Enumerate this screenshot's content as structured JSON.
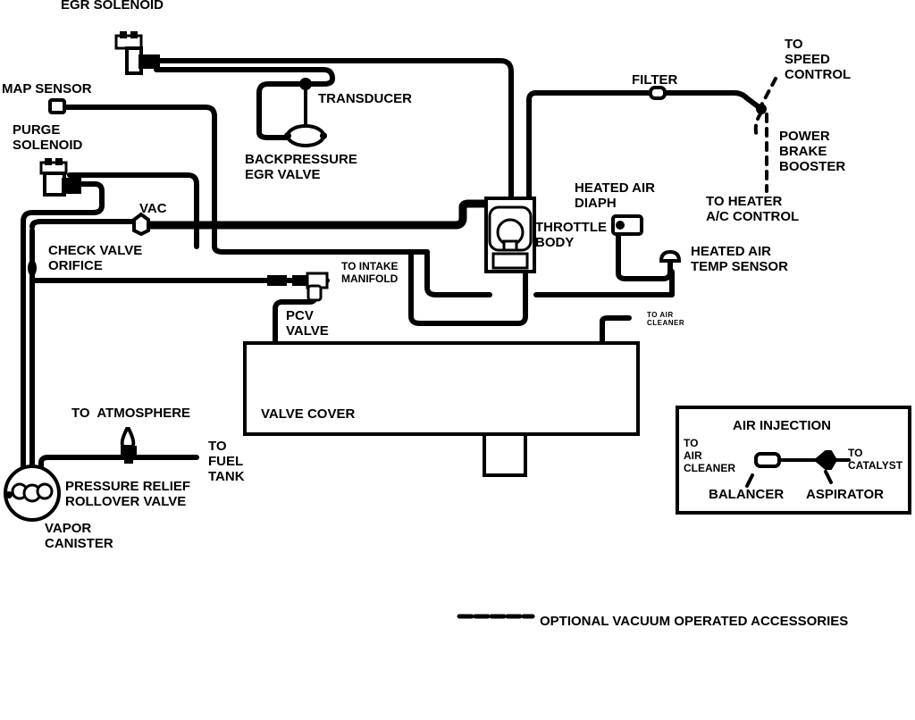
{
  "labels": {
    "egr_solenoid": "EGR SOLENOID",
    "map_sensor": "MAP SENSOR",
    "transducer": "TRANSDUCER",
    "backpressure_egr_valve": "BACKPRESSURE\nEGR VALVE",
    "purge_solenoid": "PURGE\nSOLENOID",
    "vac": "VAC",
    "check_valve_orifice": "CHECK VALVE\nORIFICE",
    "to_intake_manifold": "TO INTAKE\nMANIFOLD",
    "pcv_valve": "PCV\nVALVE",
    "to_air_cleaner_small": "TO AIR\nCLEANER",
    "valve_cover": "VALVE COVER",
    "throttle_body": "THROTTLE\nBODY",
    "filter": "FILTER",
    "to_speed_control": "TO\nSPEED\nCONTROL",
    "power_brake_booster": "POWER\nBRAKE\nBOOSTER",
    "to_heater_ac_control": "TO HEATER\nA/C CONTROL",
    "heated_air_diaph": "HEATED AIR\nDIAPH",
    "heated_air_temp_sensor": "HEATED AIR\nTEMP SENSOR",
    "to_atmosphere": "TO  ATMOSPHERE",
    "to_fuel_tank": "TO\nFUEL\nTANK",
    "pressure_relief_rollover_valve": "PRESSURE RELIEF\nROLLOVER VALVE",
    "vapor_canister": "VAPOR\nCANISTER",
    "air_injection": "AIR INJECTION",
    "to_air_cleaner": "TO\nAIR\nCLEANER",
    "to_catalyst": "TO\nCATALYST",
    "balancer": "BALANCER",
    "aspirator": "ASPIRATOR"
  },
  "legend": {
    "optional_accessories": "OPTIONAL VACUUM OPERATED ACCESSORIES"
  }
}
